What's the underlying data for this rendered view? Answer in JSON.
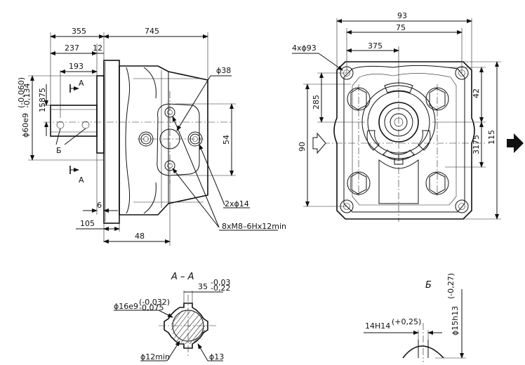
{
  "side_view": {
    "dim_355": "355",
    "dim_745": "745",
    "dim_237": "237",
    "dim_12": "12",
    "dim_193": "193",
    "dia_60": "ϕ60e9",
    "dia_60_tol_top": "(-0,060)",
    "dia_60_tol_bot": "-0,134",
    "dim_15875": "15875",
    "dia_38": "ϕ38",
    "dim_54": "54",
    "holes_2x14": "2xϕ14",
    "threads": "8xM8–6Hx12min",
    "dim_6": "6",
    "dim_105": "105",
    "dim_48": "48",
    "section_A_top": "A",
    "section_A_bot": "A",
    "view_B": "Б"
  },
  "front_view": {
    "dim_93": "93",
    "dim_75": "75",
    "dim_375": "375",
    "holes_4x93": "4xϕ93",
    "dim_285": "285",
    "dim_42": "42",
    "dim_90": "90",
    "dim_3175": "3175",
    "dim_115": "115"
  },
  "section_AA": {
    "title": "А – А",
    "dim_35": "35",
    "dim_35_tol_top": "-0,03",
    "dim_35_tol_bot": "-0,22",
    "dia_16": "ϕ16e9",
    "dia_16_tol_top": "(-0,032)",
    "dia_16_tol_bot": "-0,075",
    "dia_12": "ϕ12min",
    "dia_13": "ϕ13"
  },
  "view_B": {
    "title": "Б",
    "dim_14": "14H14",
    "dim_14_tol": "(+0,25)",
    "dia_15": "ϕ15h13",
    "dia_15_tol": "(-0,27)"
  }
}
